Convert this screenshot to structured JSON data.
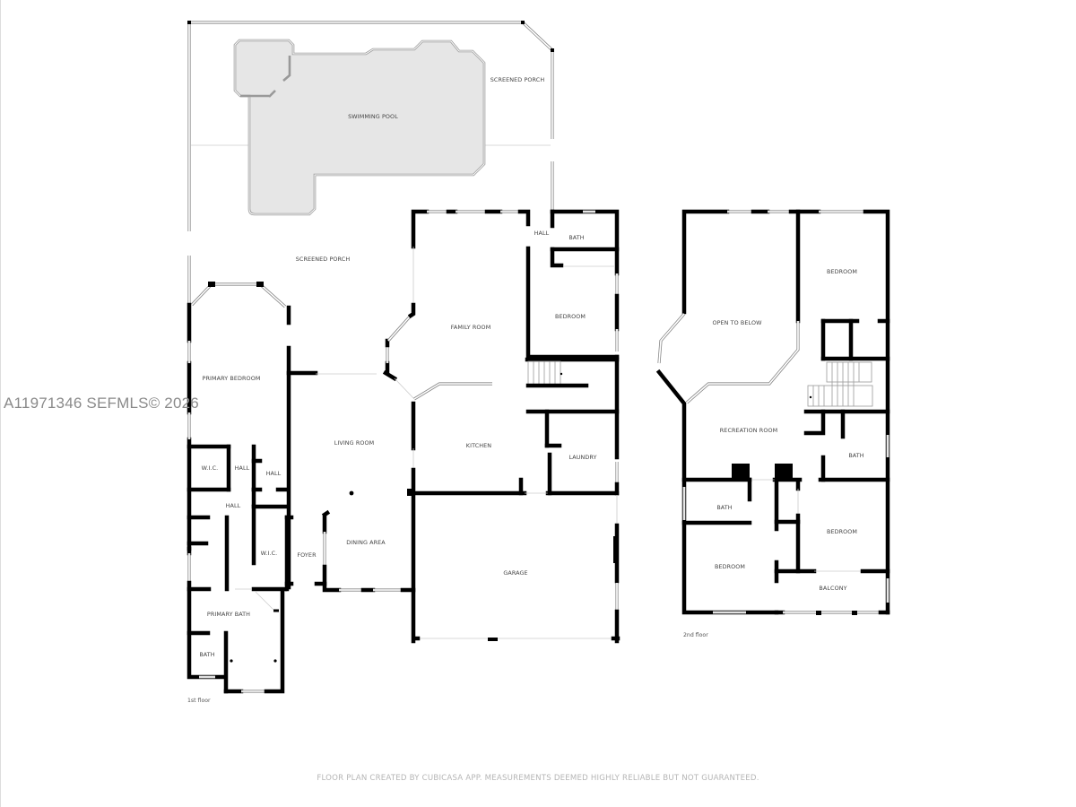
{
  "watermark": "A11971346  SEFMLS© 2026",
  "footer": "FLOOR PLAN CREATED BY CUBICASA APP. MEASUREMENTS DEEMED HIGHLY RELIABLE BUT NOT GUARANTEED.",
  "floors": {
    "first": {
      "label": "1st floor",
      "rooms": {
        "screened_porch_top": "SCREENED PORCH",
        "swimming_pool": "SWIMMING POOL",
        "screened_porch": "SCREENED PORCH",
        "hall_top": "HALL",
        "bath_top": "BATH",
        "bedroom": "BEDROOM",
        "family_room": "FAMILY ROOM",
        "primary_bedroom": "PRIMARY BEDROOM",
        "living_room": "LIVING ROOM",
        "kitchen": "KITCHEN",
        "laundry": "LAUNDRY",
        "wic_1": "W.I.C.",
        "hall_1": "HALL",
        "hall_2": "HALL",
        "hall_3": "HALL",
        "wic_2": "W.I.C.",
        "foyer": "FOYER",
        "dining_area": "DINING AREA",
        "garage": "GARAGE",
        "primary_bath": "PRIMARY BATH",
        "bath": "BATH"
      }
    },
    "second": {
      "label": "2nd floor",
      "rooms": {
        "open_to_below": "OPEN TO BELOW",
        "bedroom_1": "BEDROOM",
        "recreation_room": "RECREATION ROOM",
        "bath_1": "BATH",
        "bath_2": "BATH",
        "bedroom_2": "BEDROOM",
        "bedroom_3": "BEDROOM",
        "balcony": "BALCONY"
      }
    }
  },
  "colors": {
    "wall": "#000000",
    "pool_fill": "#e6e6e6",
    "window": "#999999",
    "label": "#444444",
    "watermark": "#8a8a8a",
    "footer": "#b5b5b5"
  }
}
